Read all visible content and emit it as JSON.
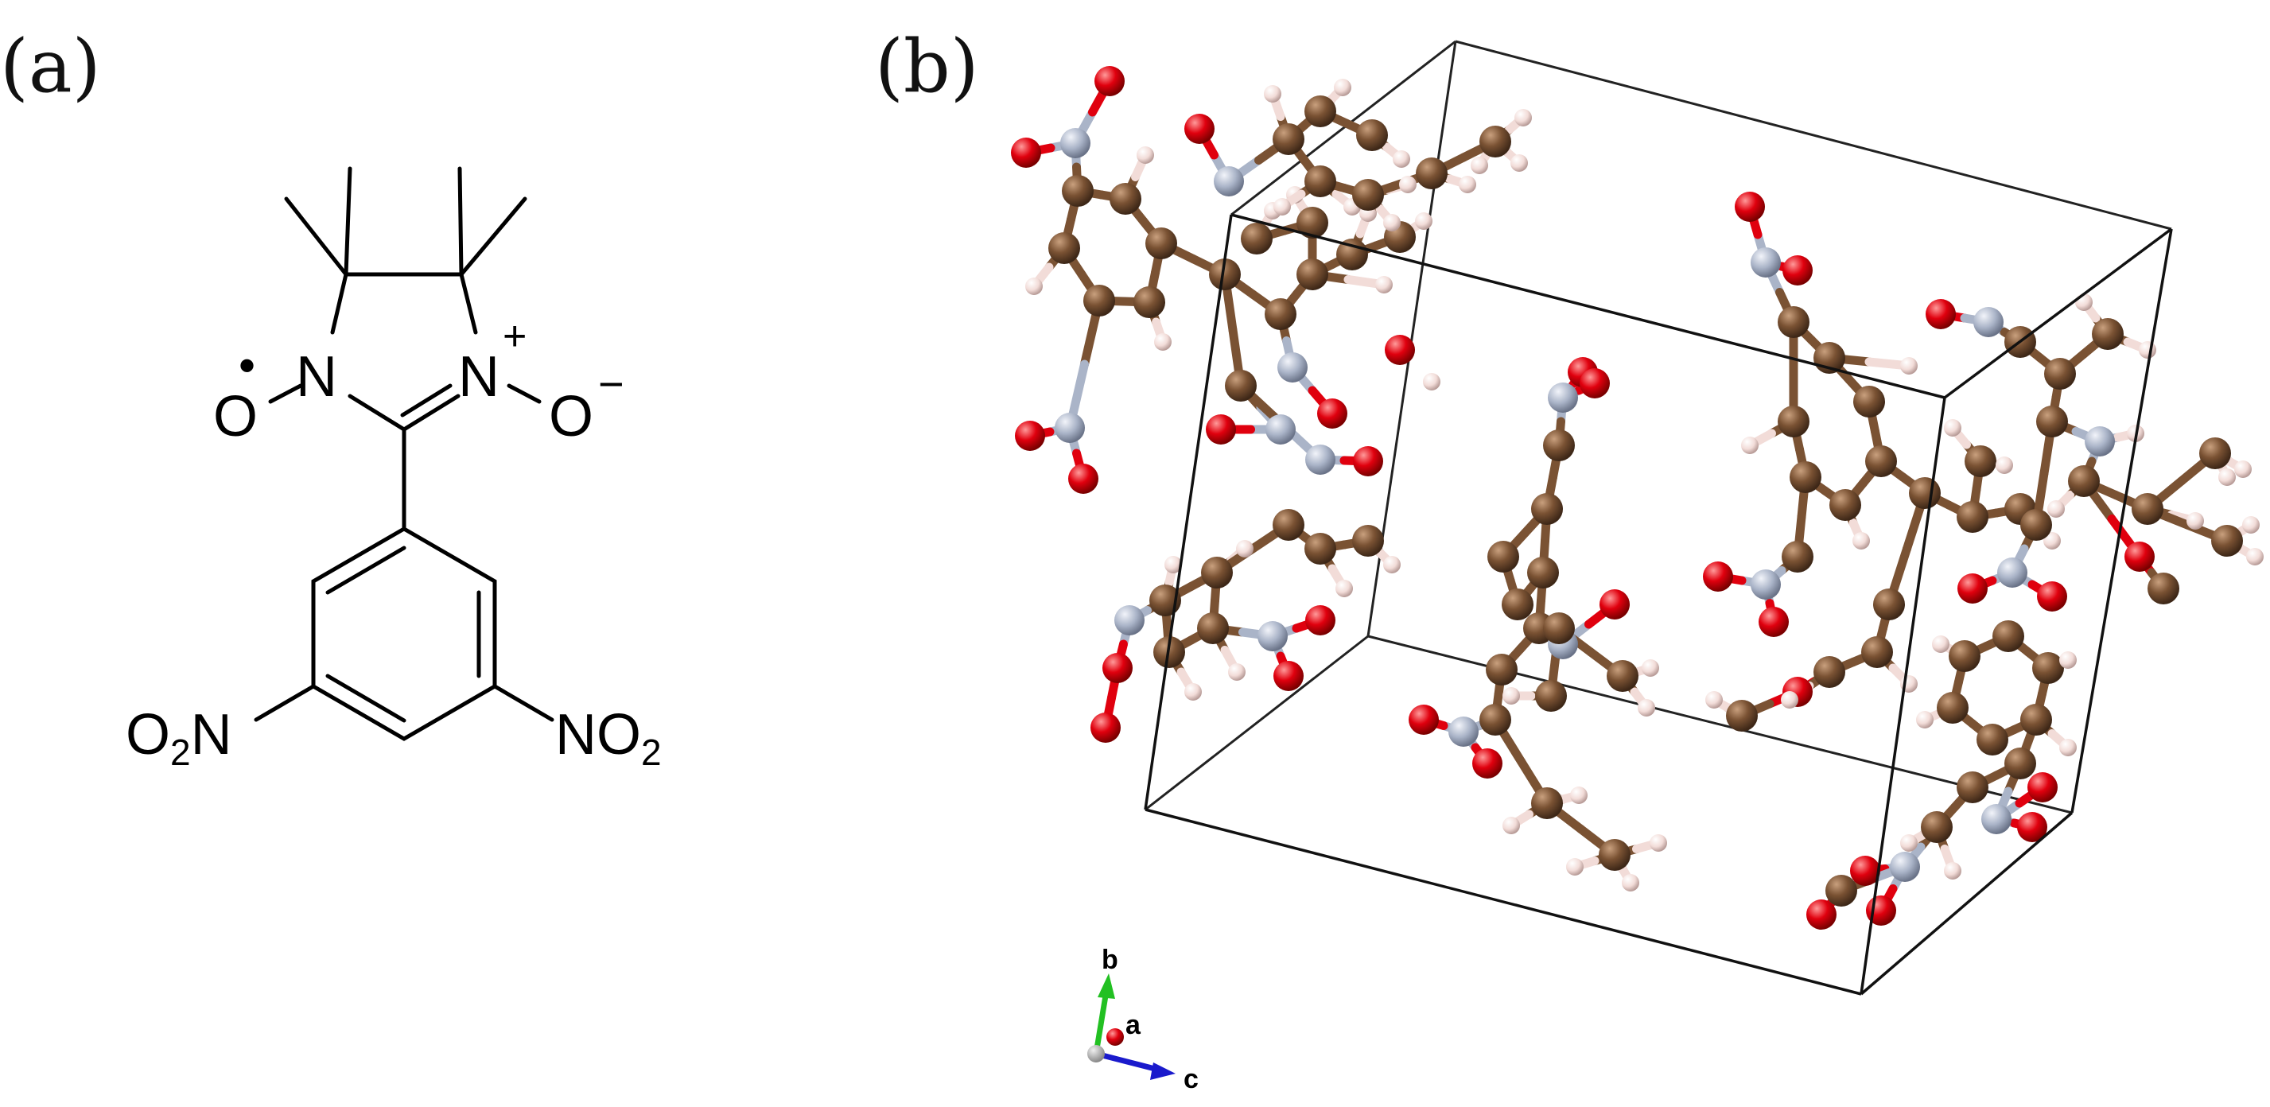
{
  "panel_a": {
    "label": "(a)",
    "atoms": {
      "n_left": "N",
      "n_right": "N",
      "o_left": "O",
      "o_right": "O",
      "plus": "+",
      "minus": "−",
      "radical": "•",
      "no2_left": "O",
      "no2_left_sub": "2",
      "no2_left_n": "N",
      "no2_right_n": "NO",
      "no2_right_sub": "2"
    }
  },
  "panel_b": {
    "label": "(b)",
    "axes": {
      "b": "b",
      "a": "a",
      "c": "c"
    },
    "colors": {
      "carbon": "#7a5233",
      "nitrogen": "#aab4c8",
      "oxygen": "#e0000e",
      "hydrogen": "#f2dcd8",
      "axis_b": "#22c022",
      "axis_c": "#1a1acc",
      "axis_a": "#dd0000"
    }
  }
}
